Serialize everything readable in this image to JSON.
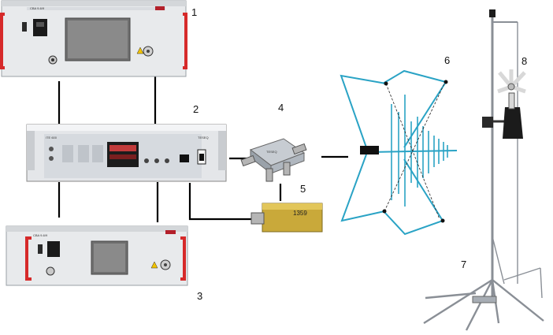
{
  "labels": {
    "n1": "1",
    "n2": "2",
    "n3": "3",
    "n4": "4",
    "n5": "5",
    "n6": "6",
    "n7": "7",
    "n8": "8"
  },
  "devices": {
    "amp1_model": "CBA 9-6/9",
    "amp3_model": "CBA 9-6/9",
    "generator_model": "ITE 600",
    "meter_model": "1359",
    "brand": "TESEQ"
  },
  "colors": {
    "antenna": "#2aa3c5",
    "handle": "#d62a2a",
    "panel": "#e9ebee",
    "cable": "#000000"
  }
}
